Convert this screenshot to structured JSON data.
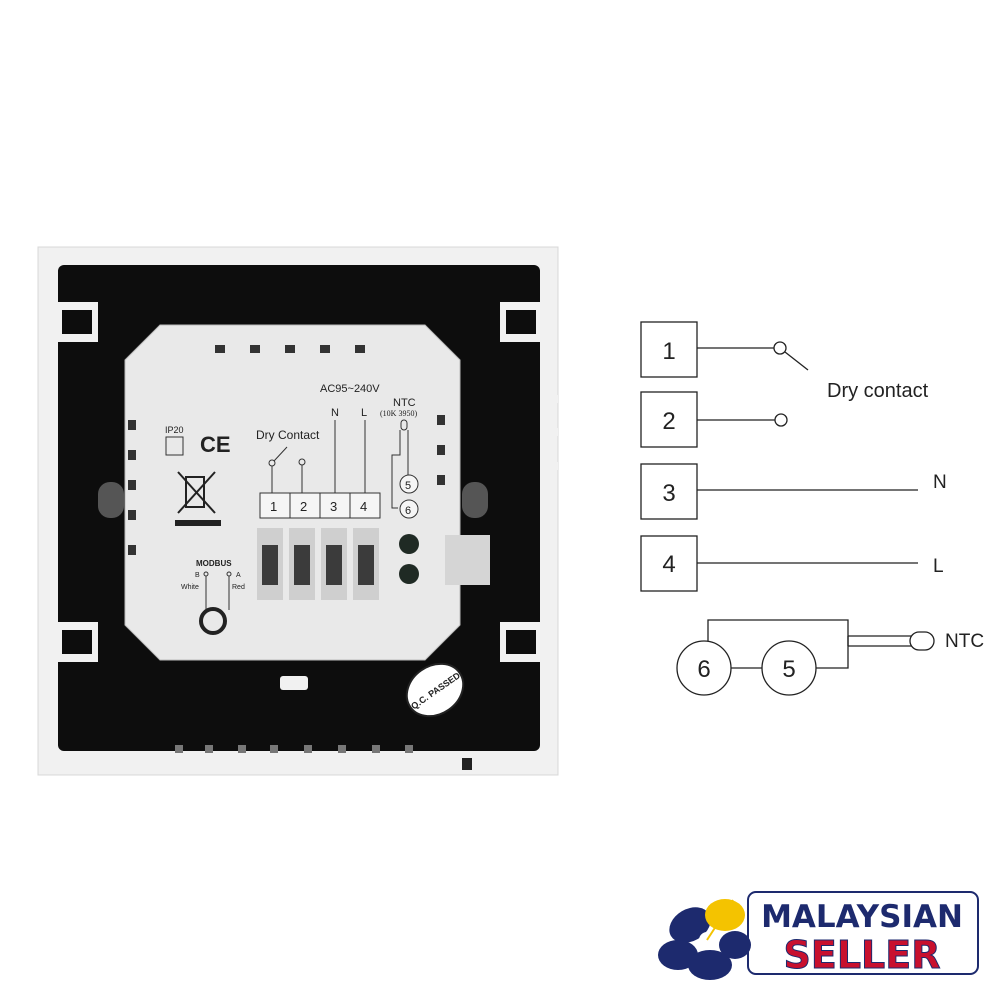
{
  "device": {
    "ip_rating": "IP20",
    "ce_mark": "CE",
    "dry_contact_label": "Dry Contact",
    "voltage_label": "AC95~240V",
    "n_label": "N",
    "l_label": "L",
    "ntc_label": "NTC",
    "ntc_spec": "(10K 3950)",
    "terminals": [
      "1",
      "2",
      "3",
      "4"
    ],
    "ntc_terminals": [
      "5",
      "6"
    ],
    "modbus_label": "MODBUS",
    "modbus_b": "B",
    "modbus_a": "A",
    "modbus_b_color": "White",
    "modbus_a_color": "Red",
    "qc_sticker": "Q.C. PASSED"
  },
  "wiring": {
    "terminals": [
      "1",
      "2",
      "3",
      "4"
    ],
    "dry_contact_label": "Dry contact",
    "n_label": "N",
    "l_label": "L",
    "ntc_circles": [
      "6",
      "5"
    ],
    "ntc_label": "NTC"
  },
  "logo": {
    "line1": "MALAYSIAN",
    "line2": "SELLER",
    "colors": {
      "navy": "#1d2a6e",
      "red": "#c8102e",
      "yellow": "#f4c300"
    }
  }
}
